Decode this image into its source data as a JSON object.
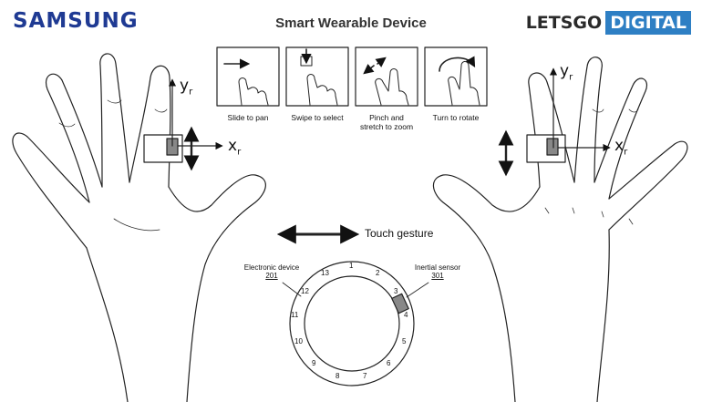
{
  "header": {
    "brand_left": "SAMSUNG",
    "title": "Smart Wearable Device",
    "brand_right_part1": "LETSGO",
    "brand_right_part2": "DIGITAL"
  },
  "gestures": [
    {
      "label": "Slide to pan"
    },
    {
      "label": "Swipe to select"
    },
    {
      "label": "Pinch and\nstretch to zoom"
    },
    {
      "label": "Turn to rotate"
    }
  ],
  "axes": {
    "left_y": "y",
    "left_y_sub": "r",
    "left_x": "x",
    "left_x_sub": "r",
    "right_y": "y",
    "right_y_sub": "r",
    "right_x": "x",
    "right_x_sub": "r"
  },
  "touch_gesture_label": "Touch gesture",
  "ring": {
    "electronic_device_label": "Electronic device",
    "electronic_device_ref": "201",
    "inertial_sensor_label": "Inertial sensor",
    "inertial_sensor_ref": "301",
    "positions": [
      "1",
      "2",
      "3",
      "4",
      "5",
      "6",
      "7",
      "8",
      "9",
      "10",
      "11",
      "12",
      "13"
    ]
  },
  "colors": {
    "samsung_blue": "#1f3a93",
    "letsgo_blue": "#2e7fc4",
    "line": "#222222"
  }
}
